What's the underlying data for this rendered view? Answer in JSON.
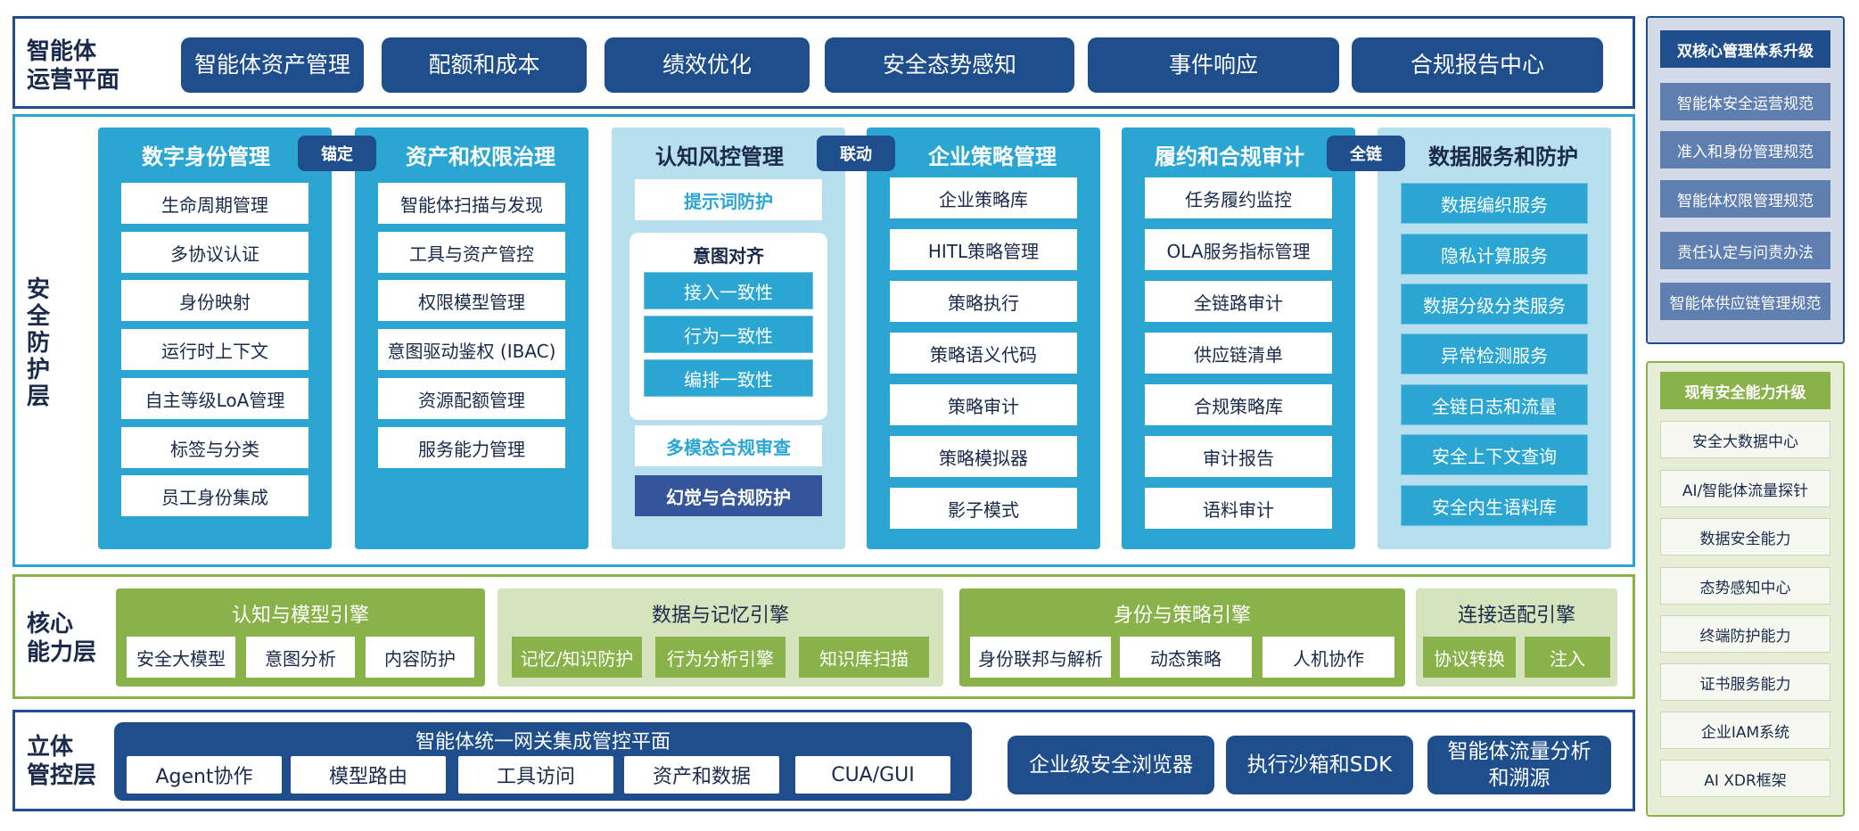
{
  "ops": {
    "label_line1": "智能体",
    "label_line2": "运营平面",
    "items": [
      "智能体资产管理",
      "配额和成本",
      "绩效优化",
      "安全态势感知",
      "事件响应",
      "合规报告中心"
    ]
  },
  "security": {
    "label": [
      "安",
      "全",
      "防",
      "护",
      "层"
    ],
    "badges": [
      "锚定",
      "联动",
      "全链"
    ],
    "col1": {
      "title": "数字身份管理",
      "items": [
        "生命周期管理",
        "多协议认证",
        "身份映射",
        "运行时上下文",
        "自主等级LoA管理",
        "标签与分类",
        "员工身份集成"
      ]
    },
    "col2": {
      "title": "资产和权限治理",
      "items": [
        "智能体扫描与发现",
        "工具与资产管控",
        "权限模型管理",
        "意图驱动鉴权 (IBAC)",
        "资源配额管理",
        "服务能力管理"
      ]
    },
    "col3": {
      "title": "认知风控管理",
      "prompt_protect": "提示词防护",
      "intent_title": "意图对齐",
      "intent_items": [
        "接入一致性",
        "行为一致性",
        "编排一致性"
      ],
      "multimodal": "多模态合规审查",
      "hallucination": "幻觉与合规防护"
    },
    "col4": {
      "title": "企业策略管理",
      "items": [
        "企业策略库",
        "HITL策略管理",
        "策略执行",
        "策略语义代码",
        "策略审计",
        "策略模拟器",
        "影子模式"
      ]
    },
    "col5": {
      "title": "履约和合规审计",
      "items": [
        "任务履约监控",
        "OLA服务指标管理",
        "全链路审计",
        "供应链清单",
        "合规策略库",
        "审计报告",
        "语料审计"
      ]
    },
    "col6": {
      "title": "数据服务和防护",
      "items": [
        "数据编织服务",
        "隐私计算服务",
        "数据分级分类服务",
        "异常检测服务",
        "全链日志和流量",
        "安全上下文查询",
        "安全内生语料库"
      ]
    }
  },
  "core": {
    "label_line1": "核心",
    "label_line2": "能力层",
    "engines": [
      {
        "title": "认知与模型引擎",
        "items": [
          "安全大模型",
          "意图分析",
          "内容防护"
        ]
      },
      {
        "title": "数据与记忆引擎",
        "items": [
          "记忆/知识防护",
          "行为分析引擎",
          "知识库扫描"
        ]
      },
      {
        "title": "身份与策略引擎",
        "items": [
          "身份联邦与解析",
          "动态策略",
          "人机协作"
        ]
      },
      {
        "title": "连接适配引擎",
        "items": [
          "协议转换",
          "注入"
        ]
      }
    ]
  },
  "control": {
    "label_line1": "立体",
    "label_line2": "管控层",
    "gateway_title": "智能体统一网关集成管控平面",
    "gateway_items": [
      "Agent协作",
      "模型路由",
      "工具访问",
      "资产和数据",
      "CUA/GUI"
    ],
    "others": [
      "企业级安全浏览器",
      "执行沙箱和SDK",
      "智能体流量分析和溯源"
    ]
  },
  "right_top": {
    "title": "双核心管理体系升级",
    "items": [
      "智能体安全运营规范",
      "准入和身份管理规范",
      "智能体权限管理规范",
      "责任认定与问责办法",
      "智能体供应链管理规范"
    ]
  },
  "right_bottom": {
    "title": "现有安全能力升级",
    "items": [
      "安全大数据中心",
      "AI/智能体流量探针",
      "数据安全能力",
      "态势感知中心",
      "终端防护能力",
      "证书服务能力",
      "企业IAM系统",
      "AI XDR框架"
    ]
  },
  "colors": {
    "dark_blue": "#1e4e8c",
    "teal": "#2ba6d3",
    "light_teal": "#b8dfee",
    "green": "#8ab24a",
    "light_green": "#d5e4bd",
    "right_blue_bg": "#d3dbe9",
    "right_green_bg": "#e6eed8"
  }
}
